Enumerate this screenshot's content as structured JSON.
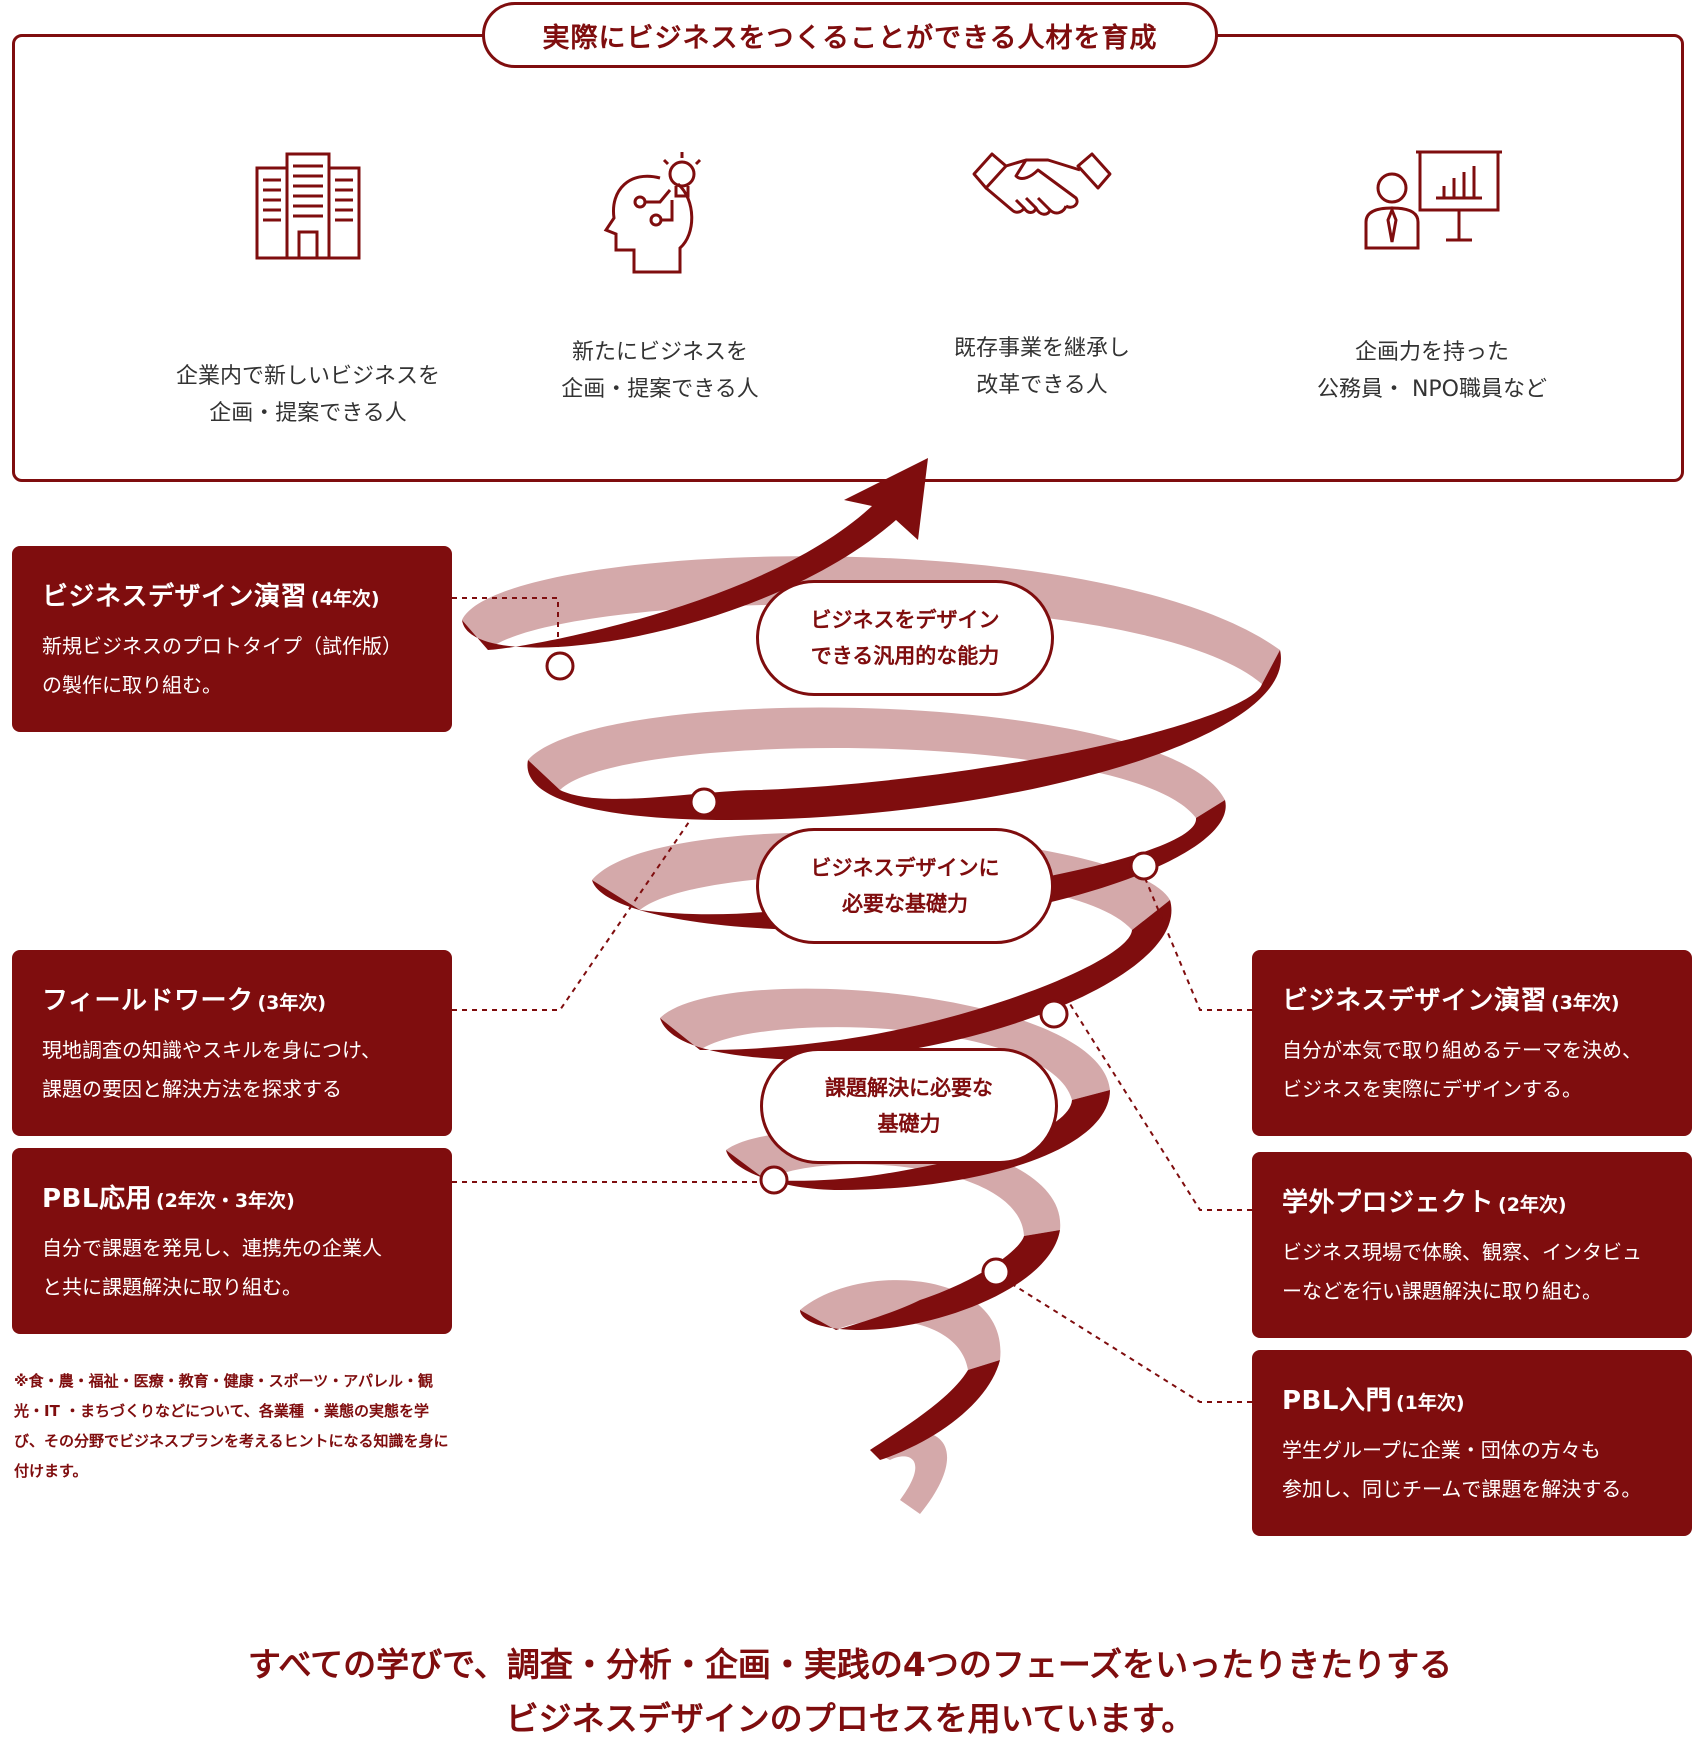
{
  "header": {
    "title": "実際にビジネスをつくることができる人材を育成"
  },
  "talents": [
    {
      "icon": "office-building-icon",
      "line1": "企業内で新しいビジネスを",
      "line2": "企画・提案できる人"
    },
    {
      "icon": "head-lightbulb-icon",
      "line1": "新たにビジネスを",
      "line2": "企画・提案できる人"
    },
    {
      "icon": "handshake-icon",
      "line1": "既存事業を継承し",
      "line2": "改革できる人"
    },
    {
      "icon": "presenter-chart-icon",
      "line1": "企画力を持った",
      "line2": "公務員・ NPO職員など"
    }
  ],
  "stages": [
    {
      "name": "ビジネスデザイン演習",
      "year": "(4年次)",
      "desc1": "新規ビジネスのプロトタイプ（試作版）",
      "desc2": "の製作に取り組む。"
    },
    {
      "name": "フィールドワーク",
      "year": "(3年次)",
      "desc1": "現地調査の知識やスキルを身につけ、",
      "desc2": "課題の要因と解決方法を探求する"
    },
    {
      "name": "PBL応用",
      "year": "(2年次・3年次)",
      "desc1": "自分で課題を発見し、連携先の企業人",
      "desc2": "と共に課題解決に取り組む。"
    },
    {
      "name": "ビジネスデザイン演習",
      "year": "(3年次)",
      "desc1": "自分が本気で取り組めるテーマを決め、",
      "desc2": "ビジネスを実際にデザインする。"
    },
    {
      "name": "学外プロジェクト",
      "year": "(2年次)",
      "desc1": "ビジネス現場で体験、観察、インタビュ",
      "desc2": "ーなどを行い課題解決に取り組む。"
    },
    {
      "name": "PBL入門",
      "year": "(1年次)",
      "desc1": "学生グループに企業・団体の方々も",
      "desc2": "参加し、同じチームで課題を解決する。"
    }
  ],
  "abilities": [
    {
      "line1": "ビジネスをデザイン",
      "line2": "できる汎用的な能力"
    },
    {
      "line1": "ビジネスデザインに",
      "line2": "必要な基礎力"
    },
    {
      "line1": "課題解決に必要な",
      "line2": "基礎力"
    }
  ],
  "footnote": "※食・農・福祉・医療・教育・健康・スポーツ・アパレル・観光・IT ・まちづくりなどについて、各業種 ・業態の実態を学び、その分野でビジネスプランを考えるヒントになる知識を身に付けます。",
  "closing": {
    "line1": "すべての学びで、調査・分析・企画・実践の4つのフェーズをいったりきたりする",
    "line2": "ビジネスデザインのプロセスを用いています。"
  },
  "colors": {
    "primary": "#7f0d0e",
    "ribbon_back": "#d4a9aa",
    "text": "#333333"
  }
}
